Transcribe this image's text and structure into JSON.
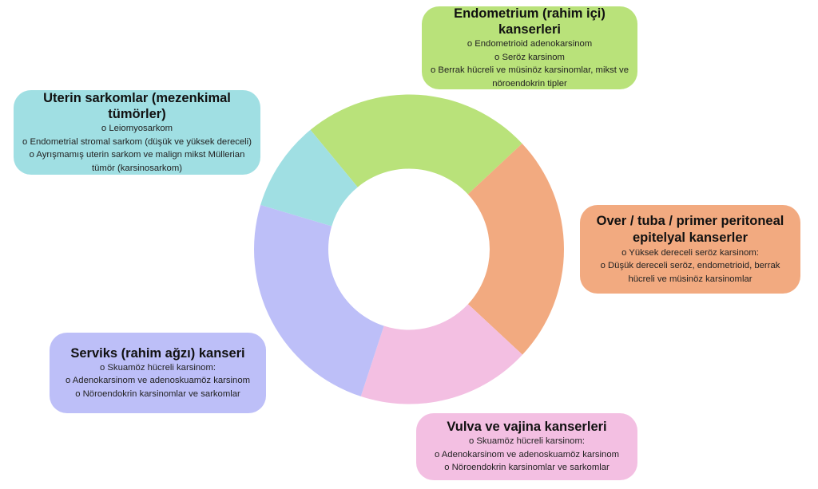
{
  "colors": {
    "endometrium": "#B9E27A",
    "over": "#F2AA80",
    "vulva": "#F3BFE2",
    "serviks": "#BDBFF8",
    "uterin": "#A0DFE3"
  },
  "chart_data": {
    "type": "pie",
    "variant": "donut",
    "title": "",
    "start_angle_deg": -39.5,
    "direction": "clockwise",
    "series": [
      {
        "key": "endometrium",
        "name": "Endometrium (rahim içi) kanserleri",
        "value": 24.0,
        "color": "#B9E27A"
      },
      {
        "key": "over",
        "name": "Over / tuba / primer peritoneal epitelyal kanserler",
        "value": 23.9,
        "color": "#F2AA80"
      },
      {
        "key": "vulva",
        "name": "Vulva ve vajina kanserleri",
        "value": 18.1,
        "color": "#F3BFE2"
      },
      {
        "key": "serviks",
        "name": "Serviks (rahim ağzı) kanseri",
        "value": 24.6,
        "color": "#BDBFF8"
      },
      {
        "key": "uterin",
        "name": "Uterin sarkomlar (mezenkimal tümörler)",
        "value": 9.4,
        "color": "#A0DFE3"
      }
    ],
    "value_unit": "percent (estimated from slice angles)",
    "legend": "callout boxes around donut"
  },
  "boxes": {
    "endometrium": {
      "title": "Endometrium (rahim içi) kanserleri",
      "items": [
        "o  Endometrioid adenokarsinom",
        "o  Seröz karsinom",
        "o Berrak hücreli ve müsinöz karsinomlar, mikst ve",
        "nöroendokrin tipler"
      ]
    },
    "uterin": {
      "title": "Uterin sarkomlar (mezenkimal tümörler)",
      "items": [
        "o  Leiomyosarkom",
        "o  Endometrial stromal sarkom (düşük ve yüksek dereceli)",
        "o Ayrışmamış uterin sarkom ve malign mikst Müllerian",
        "tümör (karsinosarkom)"
      ]
    },
    "over": {
      "title_line1": "Over / tuba / primer peritoneal",
      "title_line2": "epitelyal kanserler",
      "items": [
        "o  Yüksek dereceli seröz karsinom:",
        "o Düşük dereceli seröz, endometrioid, berrak",
        "hücreli ve müsinöz karsinomlar"
      ]
    },
    "serviks": {
      "title": "Serviks (rahim ağzı) kanseri",
      "items": [
        "o Skuamöz hücreli karsinom:",
        "o Adenokarsinom ve adenoskuamöz karsinom",
        "o Nöroendokrin karsinomlar ve sarkomlar"
      ]
    },
    "vulva": {
      "title": "Vulva ve vajina kanserleri",
      "items": [
        "o  Skuamöz hücreli karsinom:",
        "o  Adenokarsinom ve adenoskuamöz karsinom",
        "o Nöroendokrin karsinomlar ve sarkomlar"
      ]
    }
  }
}
